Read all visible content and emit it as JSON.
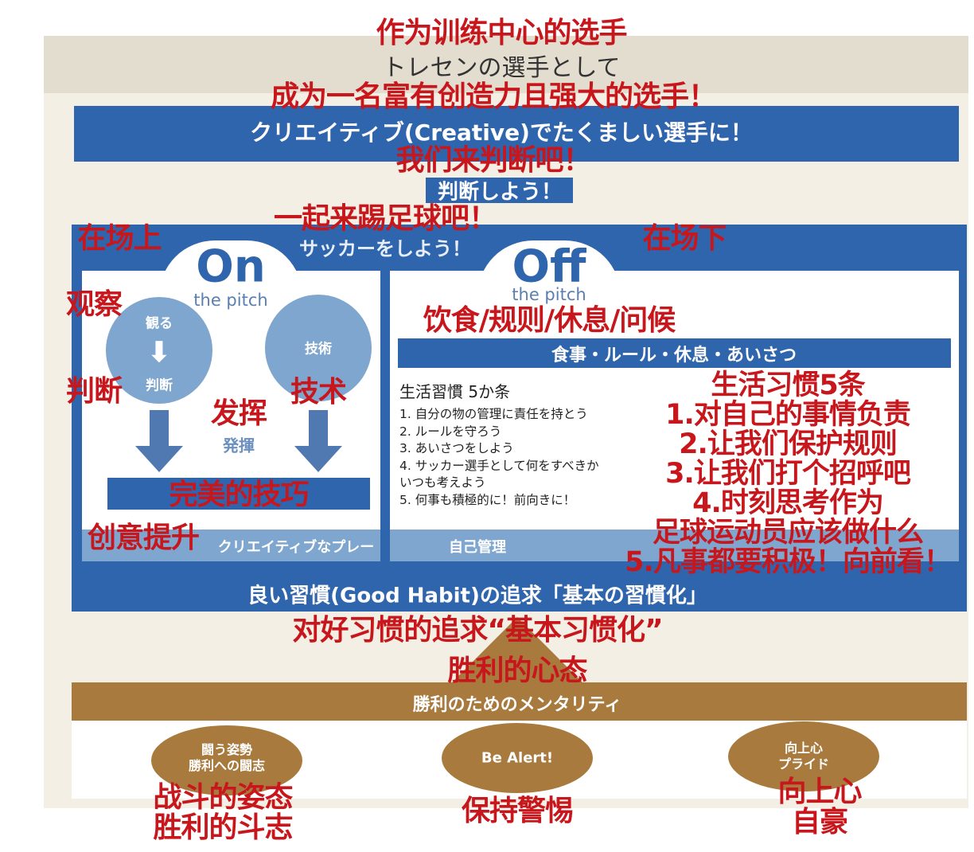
{
  "colors": {
    "blue": "#2f65ad",
    "light_blue": "#7ea6cf",
    "brown": "#a87a3e",
    "cream": "#f3efe4",
    "overlay_red": "#c8171c"
  },
  "header": {
    "title_ja": "トレセンの選手として",
    "title_zh": "作为训练中心的选手"
  },
  "goal": {
    "ja": "クリエイティブ(Creative)でたくましい選手に！",
    "zh": "成为一名富有创造力且强大的选手！"
  },
  "judge": {
    "ja": "判断しよう！",
    "zh": "我们来判断吧！"
  },
  "play": {
    "ja": "サッカーをしよう！",
    "zh": "一起来踢足球吧！"
  },
  "on_pitch": {
    "title": "On",
    "subtitle": "the pitch",
    "zh": "在场上",
    "circle_left": {
      "top": "観る",
      "bottom": "判断",
      "top_zh": "观察",
      "bottom_zh": "判断"
    },
    "circle_right": {
      "label": "技術",
      "zh": "技术"
    },
    "center": {
      "ja": "発揮",
      "zh": "发挥"
    },
    "bar_zh": "完美的技巧",
    "footer": {
      "ja": "クリエイティブなプレー",
      "zh": "创意提升"
    }
  },
  "off_pitch": {
    "title": "Off",
    "subtitle": "the pitch",
    "zh": "在场下",
    "bar": {
      "ja": "食事・ルール・休息・あいさつ",
      "zh": "饮食/规则/休息/问候"
    },
    "list_title": "生活習慣 5か条",
    "items": [
      "1. 自分の物の管理に責任を持とう",
      "2. ルールを守ろう",
      "3. あいさつをしよう",
      "4. サッカー選手として何をすべきかいつも考えよう",
      "5. 何事も積極的に！前向きに！"
    ],
    "zh_lines": [
      "生活习惯5条",
      "1.对自己的事情负责",
      "2.让我们保护规则",
      "3.让我们打个招呼吧",
      "4.时刻思考作为",
      "足球运动员应该做什么",
      "5.凡事都要积极！向前看！"
    ],
    "footer": {
      "ja": "自己管理"
    }
  },
  "habit": {
    "ja": "良い習慣(Good Habit)の追求「基本の習慣化」",
    "zh": "对好习惯的追求“基本习惯化”"
  },
  "mentality": {
    "ja": "勝利のためのメンタリティ",
    "zh": "胜利的心态",
    "items": [
      {
        "ja": [
          "闘う姿勢",
          "勝利への闘志"
        ],
        "zh": [
          "战斗的姿态",
          "胜利的斗志"
        ]
      },
      {
        "ja": [
          "Be Alert!"
        ],
        "zh": [
          "保持警惕"
        ]
      },
      {
        "ja": [
          "向上心",
          "プライド"
        ],
        "zh": [
          "向上心",
          "自豪"
        ]
      }
    ]
  }
}
